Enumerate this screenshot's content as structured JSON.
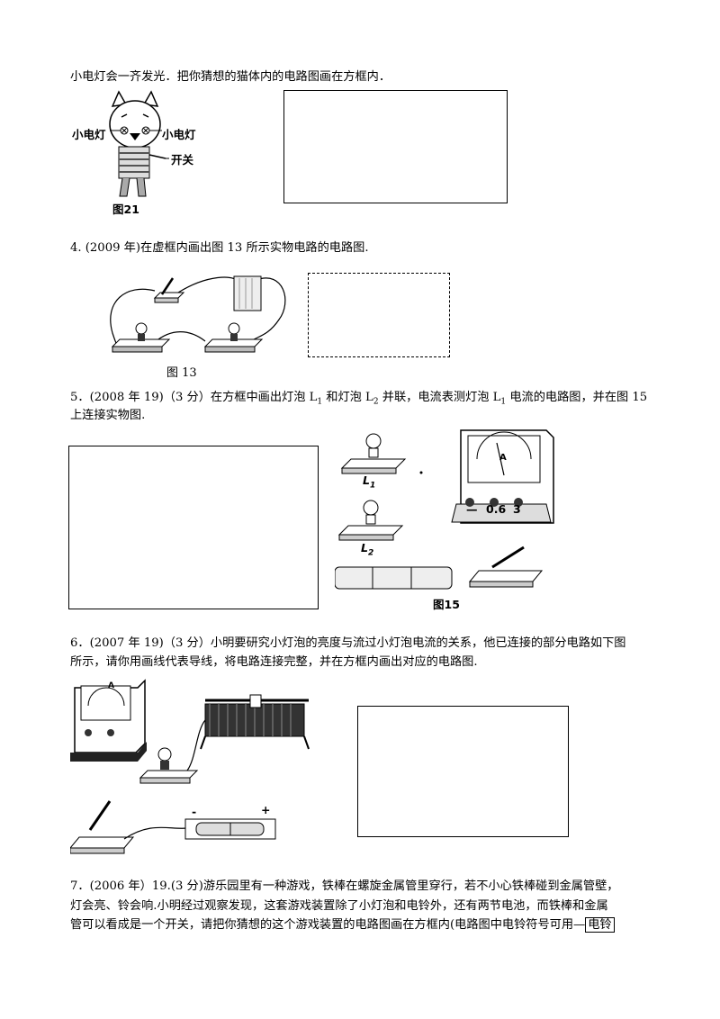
{
  "q3": {
    "text_tail": "小电灯会一齐发光．把你猜想的猫体内的电路图画在方框内．",
    "fig_label_left": "小电灯",
    "fig_label_right": "小电灯",
    "fig_label_switch": "开关",
    "fig_caption": "图21"
  },
  "q4": {
    "text": "4. (2009 年)在虚框内画出图 13 所示实物电路的电路图.",
    "fig_caption": "图 13"
  },
  "q5": {
    "text_a": "5．(2008 年 19)（3 分）在方框中画出灯泡 L",
    "sub1": "1",
    "text_b": " 和灯泡 L",
    "sub2": "2",
    "text_c": " 并联，电流表测灯泡 L",
    "sub3": "1",
    "text_d": " 电流的电路图，并在图 15",
    "text_line2": "上连接实物图.",
    "label_l1": "L",
    "label_l1_sub": "1",
    "label_l2": "L",
    "label_l2_sub": "2",
    "ammeter_terminals": [
      "—",
      "0.6",
      "3"
    ],
    "ammeter_unit": "A",
    "fig_caption": "图15"
  },
  "q6": {
    "text_line1": "6．(2007 年 19)（3 分）小明要研究小灯泡的亮度与流过小灯泡电流的关系，他已连接的部分电路如下图",
    "text_line2": "所示，请你用画线代表导线，将电路连接完整，并在方框内画出对应的电路图.",
    "ammeter_unit": "A",
    "battery_minus": "-",
    "battery_plus": "+"
  },
  "q7": {
    "text_line1": "7．(2006 年）19.(3 分)游乐园里有一种游戏，铁棒在螺旋金属管里穿行，若不小心铁棒碰到金属管壁，",
    "text_line2": "灯会亮、铃会响.小明经过观察发现，这套游戏装置除了小灯泡和电铃外，还有两节电池，而铁棒和金属",
    "text_line3": "管可以看成是一个开关，请把你猜想的这个游戏装置的电路图画在方框内(电路图中电铃符号可用—",
    "bell_symbol": "电铃"
  }
}
